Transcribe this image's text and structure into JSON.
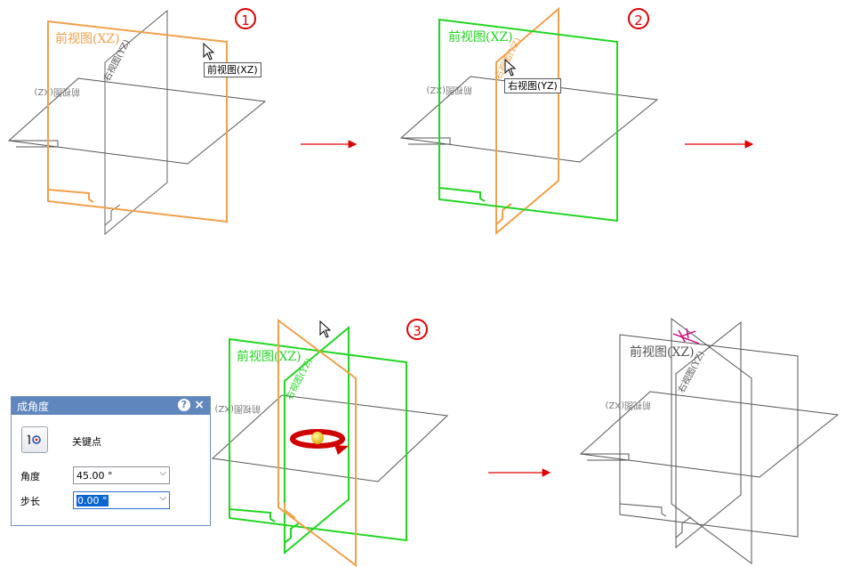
{
  "steps": [
    "1",
    "2",
    "3"
  ],
  "plane_labels": {
    "front": "前视图(XZ)",
    "right": "右视图(YZ)",
    "top_mirrored": "前视图(XZ)",
    "right_mirrored": "右视图(YZ)"
  },
  "tooltips": {
    "step1": "前视图(XZ)",
    "step2": "右视图(YZ)"
  },
  "dialog": {
    "title": "成角度",
    "keypoint_label": "关键点",
    "angle_label": "角度",
    "angle_value": "45.00 °",
    "step_label": "步长",
    "step_value": "0.00 °"
  },
  "colors": {
    "highlight_plane": "#f2a04a",
    "selected_plane": "#22d622",
    "default_plane": "#555555",
    "arrow": "#e00000",
    "new_plane_marker": "#d0007a",
    "dialog_titlebar": "#5f86bd"
  },
  "icons": [
    "cursor-arrow-icon",
    "help-icon",
    "close-icon",
    "keypoint-icon",
    "chevron-down-icon",
    "rotation-handle-icon"
  ]
}
